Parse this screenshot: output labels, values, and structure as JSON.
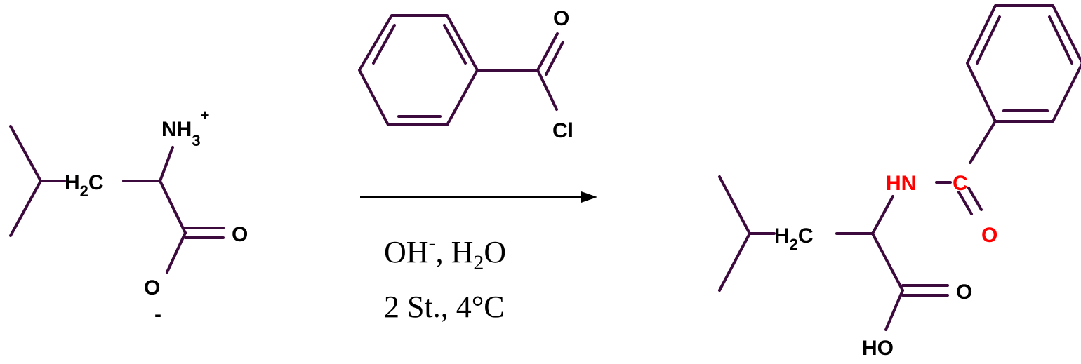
{
  "colors": {
    "bond": "#3d0a3d",
    "text": "#000000",
    "highlight": "#ff0000",
    "arrow": "#000000"
  },
  "reactant": {
    "nh3_main": "NH",
    "nh3_sub": "3",
    "nh3_charge": "+",
    "ch2_a": "H",
    "ch2_sub": "2",
    "ch2_b": "C",
    "carbonyl_o": "O",
    "carboxylate_o": "O",
    "carboxylate_charge": "-"
  },
  "reagent": {
    "carbonyl_o": "O",
    "chlorine": "Cl"
  },
  "conditions": {
    "line1_a": "OH",
    "line1_sup": "-",
    "line1_b": ", H",
    "line1_sub": "2",
    "line1_c": "O",
    "line2": "2 St., 4°C"
  },
  "product": {
    "ch2_a": "H",
    "ch2_sub": "2",
    "ch2_b": "C",
    "amide_hn": "HN",
    "amide_c": "C",
    "amide_o": "O",
    "carbonyl_o": "O",
    "hydroxyl": "HO"
  }
}
